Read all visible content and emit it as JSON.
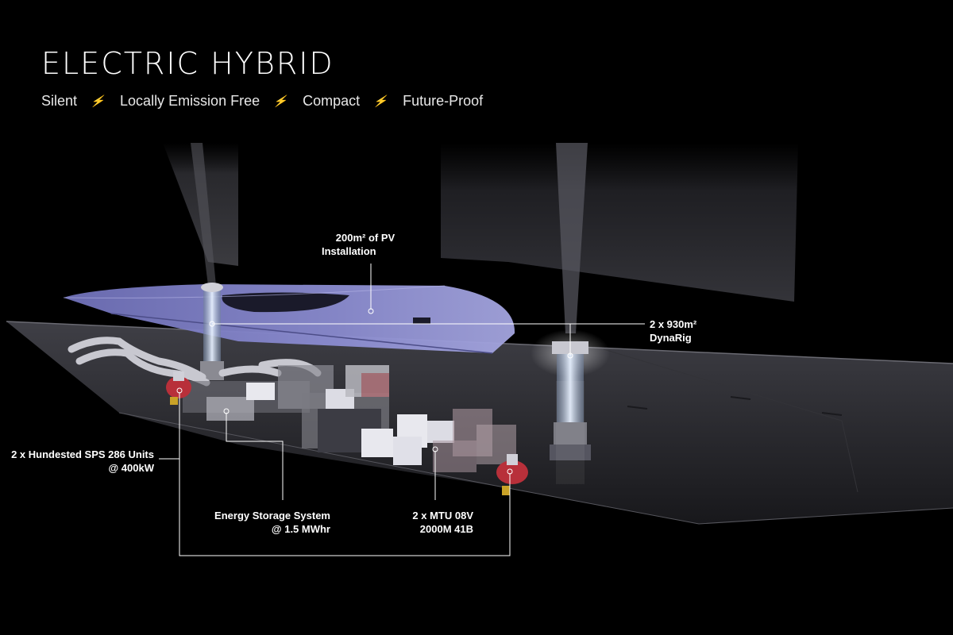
{
  "header": {
    "title": "ELECTRIC HYBRID",
    "taglines": [
      "Silent",
      "Locally Emission Free",
      "Compact",
      "Future-Proof"
    ],
    "separator_color": "#c9a227"
  },
  "callouts": {
    "pv": {
      "line1": "200m² of PV",
      "line2": "Installation"
    },
    "dynarig": {
      "line1": "2 x 930m²",
      "line2": "DynaRig"
    },
    "hundested": {
      "line1": "2 x Hundested SPS 286 Units",
      "line2": "@ 400kW"
    },
    "ess": {
      "line1": "Energy Storage System",
      "line2": "@ 1.5 MWhr"
    },
    "mtu": {
      "line1": "2 x MTU 08V",
      "line2": "2000M 41B"
    }
  },
  "colors": {
    "background": "#000000",
    "solar_panel": "#7f80c8",
    "hull": "#3a3a40",
    "leader_line": "#ffffff",
    "propeller": "#c0303a"
  },
  "icons": {
    "separator": "lightning-bolt-icon"
  }
}
